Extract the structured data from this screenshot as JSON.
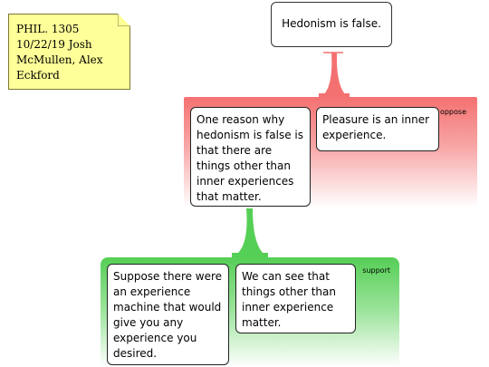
{
  "note": {
    "lines": [
      "PHIL. 1305",
      "10/22/19 Josh",
      "McMullen, Alex",
      "Eckford"
    ]
  },
  "main_claim": {
    "text": "Hedonism is false."
  },
  "oppose": {
    "label": "oppose",
    "color": "#f47171",
    "claims": [
      "One reason why hedonism is false is that there are things other than inner experiences that matter.",
      "Pleasure is an inner experience."
    ]
  },
  "support": {
    "label": "support",
    "color": "#55cf55",
    "claims": [
      "Suppose there were an experience machine that would give you any experience you desired.",
      "We can see that things other than inner experience matter."
    ]
  }
}
